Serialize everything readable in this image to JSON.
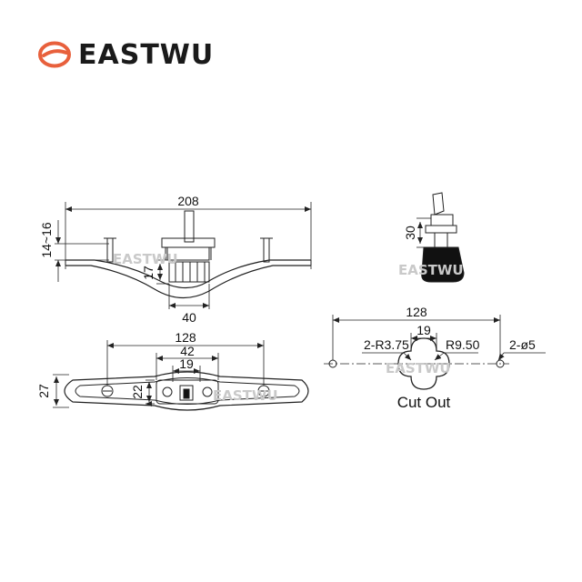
{
  "brand": {
    "name": "EASTWU",
    "colors": {
      "logo_orange": "#e8603c",
      "text": "#1a1a1a",
      "line": "#222222",
      "watermark": "#c9c9c9"
    }
  },
  "watermark": {
    "text": "EASTWU"
  },
  "side_view": {
    "dims": {
      "overall_length": "208",
      "height_range": "14~16",
      "base_height": "17",
      "base_width": "40"
    }
  },
  "end_view": {
    "dims": {
      "height": "30"
    }
  },
  "top_view": {
    "dims": {
      "hole_spacing": "128",
      "body_width": "42",
      "slot_width": "19",
      "overall_width": "27",
      "body_height": "22"
    }
  },
  "cut_out": {
    "caption": "Cut Out",
    "dims": {
      "hole_spacing": "128",
      "slot_width": "19",
      "small_radius": "2-R3.75",
      "large_radius": "R9.50",
      "hole_dia": "2-ø5"
    }
  }
}
